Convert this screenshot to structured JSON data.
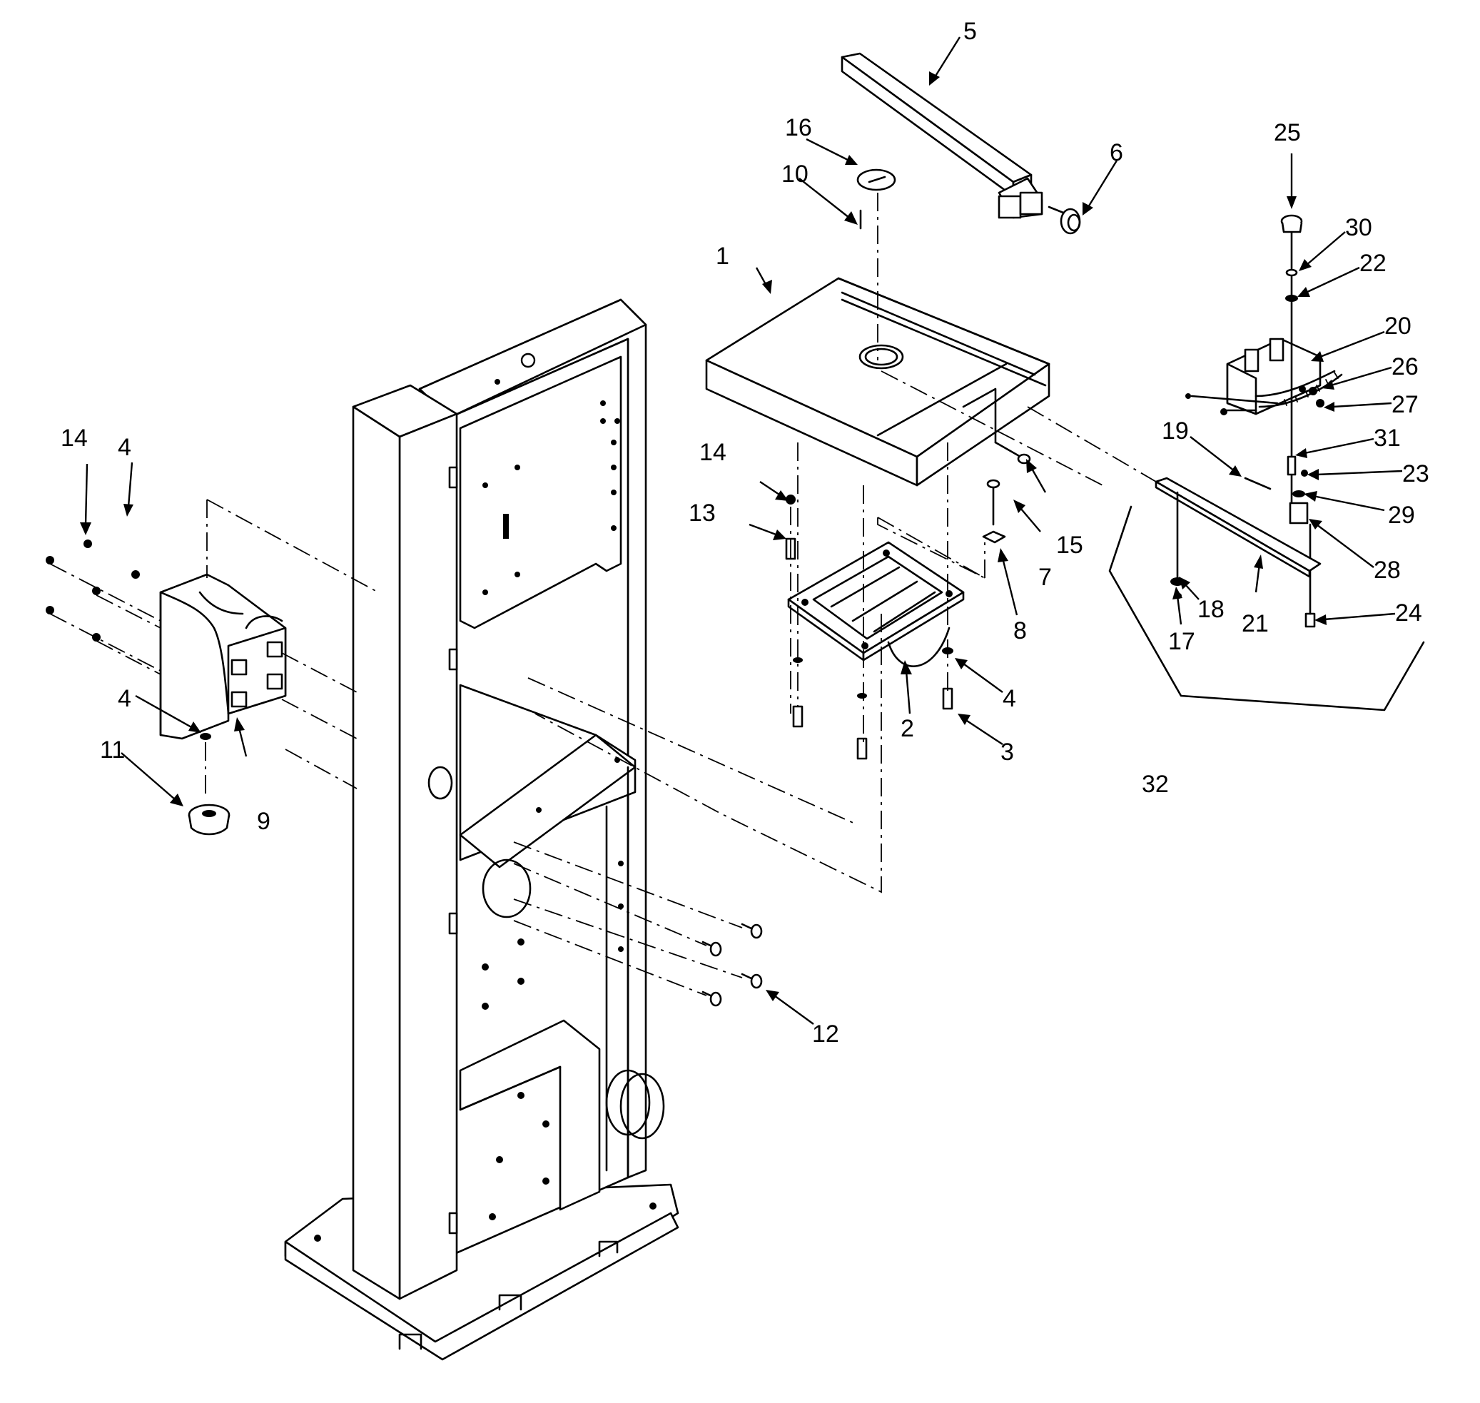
{
  "parts": [
    {
      "id": "1",
      "label": "1"
    },
    {
      "id": "2",
      "label": "2"
    },
    {
      "id": "3",
      "label": "3"
    },
    {
      "id": "4a",
      "label": "4"
    },
    {
      "id": "4b",
      "label": "4"
    },
    {
      "id": "4c",
      "label": "4"
    },
    {
      "id": "5",
      "label": "5"
    },
    {
      "id": "6",
      "label": "6"
    },
    {
      "id": "7",
      "label": "7"
    },
    {
      "id": "8",
      "label": "8"
    },
    {
      "id": "9",
      "label": "9"
    },
    {
      "id": "10",
      "label": "10"
    },
    {
      "id": "11",
      "label": "11"
    },
    {
      "id": "12",
      "label": "12"
    },
    {
      "id": "13",
      "label": "13"
    },
    {
      "id": "14a",
      "label": "14"
    },
    {
      "id": "14b",
      "label": "14"
    },
    {
      "id": "15",
      "label": "15"
    },
    {
      "id": "16",
      "label": "16"
    },
    {
      "id": "17",
      "label": "17"
    },
    {
      "id": "18",
      "label": "18"
    },
    {
      "id": "19",
      "label": "19"
    },
    {
      "id": "20",
      "label": "20"
    },
    {
      "id": "21",
      "label": "21"
    },
    {
      "id": "22",
      "label": "22"
    },
    {
      "id": "23",
      "label": "23"
    },
    {
      "id": "24",
      "label": "24"
    },
    {
      "id": "25",
      "label": "25"
    },
    {
      "id": "26",
      "label": "26"
    },
    {
      "id": "27",
      "label": "27"
    },
    {
      "id": "28",
      "label": "28"
    },
    {
      "id": "29",
      "label": "29"
    },
    {
      "id": "30",
      "label": "30"
    },
    {
      "id": "31",
      "label": "31"
    },
    {
      "id": "32",
      "label": "32"
    }
  ]
}
